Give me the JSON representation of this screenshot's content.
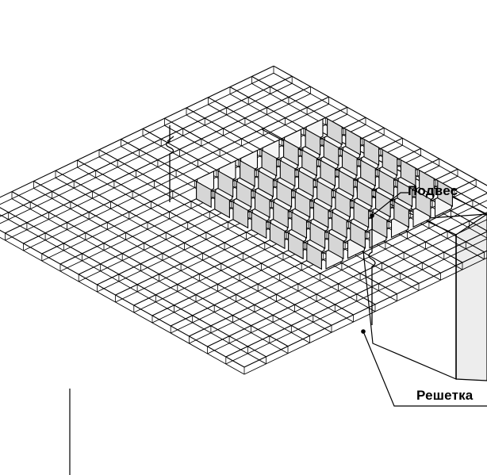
{
  "labels": {
    "suspension": "Подвес",
    "grid": "Решетка"
  },
  "colors": {
    "line": "#000000",
    "wall_face": "#ededed",
    "wall_side": "#e2e2e2",
    "blade_light": "#f5f5f5",
    "blade_shade": "#d6d6d6",
    "background": "#ffffff"
  },
  "icons": {
    "suspension_hanger": "hanger-icon",
    "leader_dot": "dot-marker"
  }
}
